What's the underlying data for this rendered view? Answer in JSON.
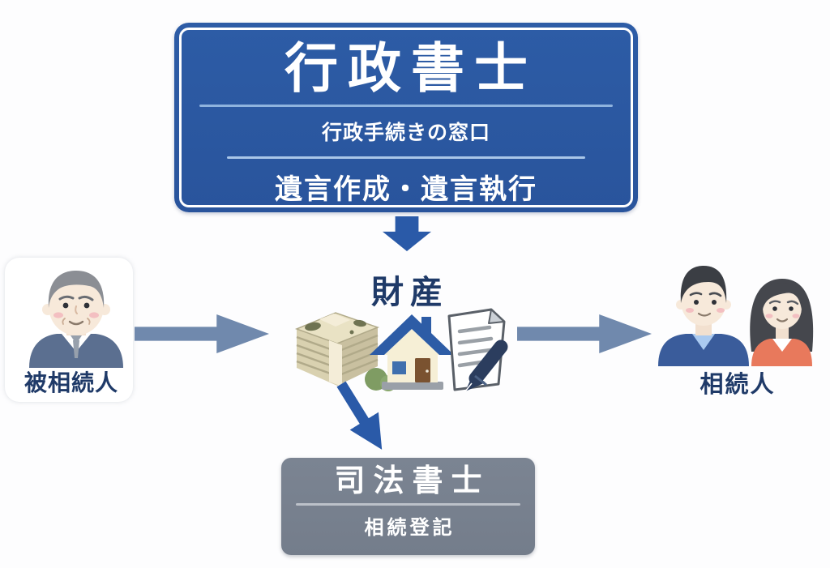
{
  "colors": {
    "canvas_bg": "#fdfdfe",
    "accent_blue": "#2d5ca6",
    "accent_blue_deep": "#29549c",
    "navy_text": "#1f3a68",
    "steel_arrow": "#7089ad",
    "bright_arrow": "#2a5aa8",
    "gray_box": "#7b8492",
    "gray_box_deep": "#747d8b",
    "divider_blue_1": "#8fb3de",
    "divider_blue_2": "#a9c6e8",
    "divider_gray": "#bcc1c9"
  },
  "top_box": {
    "title": "行政書士",
    "line1": "行政手続きの窓口",
    "line2": "遺言作成・遺言執行"
  },
  "assets": {
    "label": "財産"
  },
  "decedent": {
    "label": "被相続人"
  },
  "heirs": {
    "label": "相続人"
  },
  "bottom_box": {
    "title": "司法書士",
    "subtitle": "相続登記"
  },
  "icons": {
    "money_stack": "money-stack-icon",
    "house": "house-icon",
    "bush": "bush-icon",
    "document_pen": "document-pen-icon",
    "arrow_down": "arrow-down-icon",
    "arrow_right_left_side": "arrow-decedent-to-assets-icon",
    "arrow_right_right_side": "arrow-assets-to-heirs-icon",
    "arrow_diagonal": "arrow-assets-to-shiho-icon",
    "elderly_man": "elderly-man-avatar",
    "couple": "couple-avatar"
  }
}
